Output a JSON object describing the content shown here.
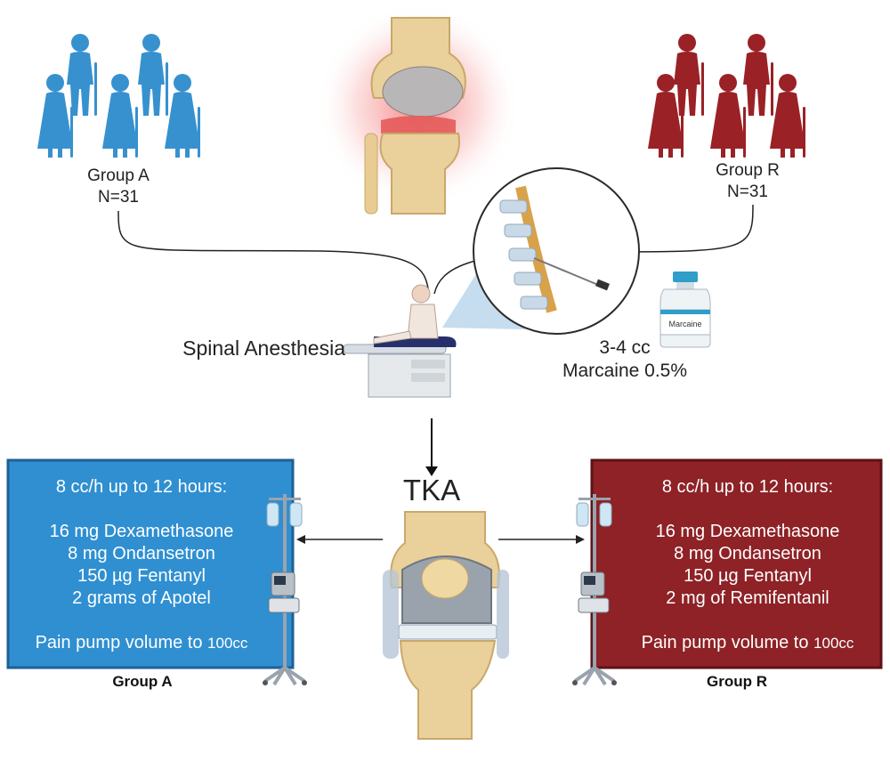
{
  "colors": {
    "group_a": "#2f8fd1",
    "group_r": "#8e2226",
    "bone": "#e8c98d",
    "white": "#ffffff"
  },
  "group_a": {
    "label": "Group A",
    "n": "N=31"
  },
  "group_r": {
    "label": "Group R",
    "n": "N=31"
  },
  "anesthesia": {
    "label": "Spinal Anesthesia",
    "dose": "3-4 cc",
    "drug": "Marcaine 0.5%",
    "vial_label": "Marcaine"
  },
  "procedure": {
    "label": "TKA"
  },
  "box_a": {
    "rate": "8 cc/h up to 12 hours:",
    "drug1": "16 mg Dexamethasone",
    "drug2": "8 mg Ondansetron",
    "drug3": "150 µg Fentanyl",
    "drug4": "2 grams of Apotel",
    "volume_prefix": "Pain pump volume to",
    "volume_value": "100cc",
    "caption": "Group A"
  },
  "box_r": {
    "rate": "8 cc/h up to 12 hours:",
    "drug1": "16 mg Dexamethasone",
    "drug2": "8 mg Ondansetron",
    "drug3": "150 µg Fentanyl",
    "drug4": "2 mg of Remifentanil",
    "volume_prefix": "Pain pump volume to",
    "volume_value": "100cc",
    "caption": "Group R"
  }
}
